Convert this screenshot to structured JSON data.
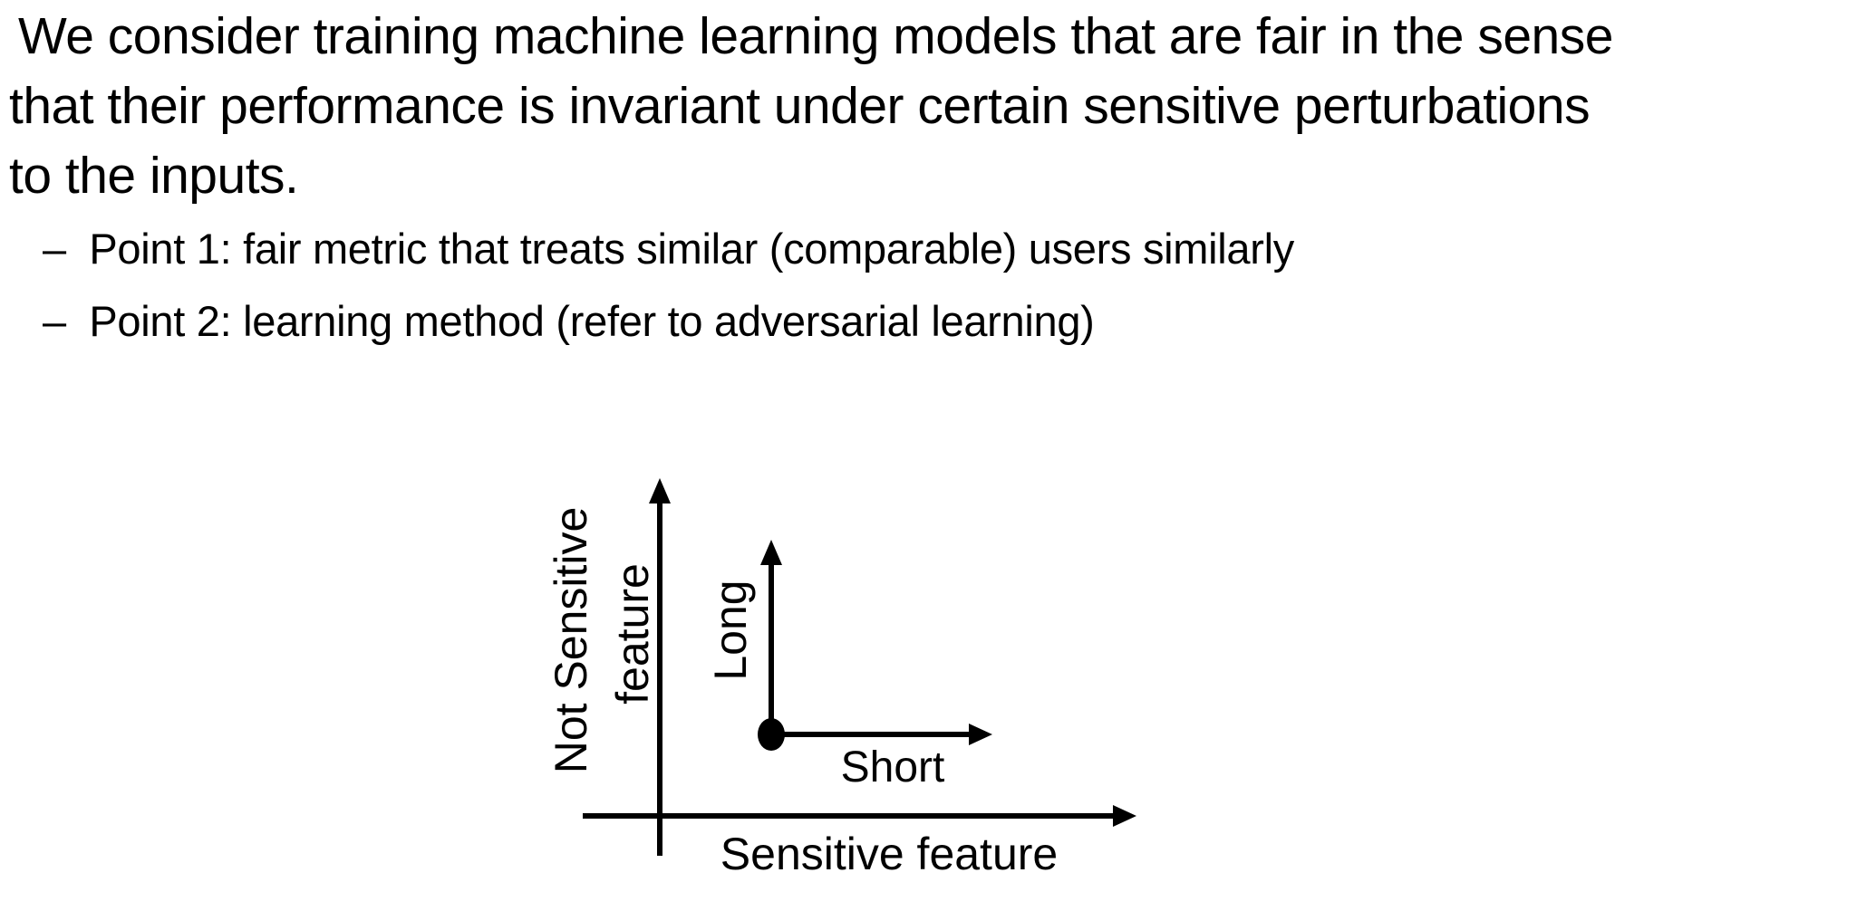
{
  "page": {
    "background_color": "#ffffff",
    "ink_color": "#000000"
  },
  "intro": {
    "text": "We consider training machine learning models that are fair in the sense\nthat their performance is invariant under certain sensitive perturbations\nto the inputs."
  },
  "bullets": [
    {
      "label": "–  Point 1: fair metric that treats similar (comparable) users similarly"
    },
    {
      "label": "–  Point 2: learning method (refer to adversarial learning)"
    }
  ],
  "diagram": {
    "y_axis_label_line1": "Not Sensitive",
    "y_axis_label_line2": "feature",
    "x_axis_label": "Sensitive feature",
    "long_label": "Long",
    "short_label": "Short",
    "description": "Axes with a data point; long vertical arrow along the Not Sensitive feature direction, short horizontal arrow along the Sensitive feature direction"
  }
}
